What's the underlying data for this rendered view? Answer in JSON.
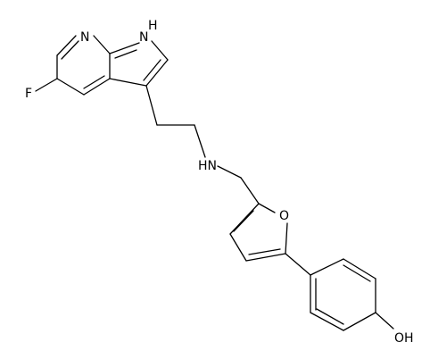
{
  "molecule": {
    "atoms": {
      "n_pyridine": "N",
      "nh_pyrrole_h": "H",
      "nh_pyrrole_n": "N",
      "fluorine": "F",
      "amine": "HN",
      "furan_oxygen": "O",
      "hydroxyl": "OH"
    }
  }
}
